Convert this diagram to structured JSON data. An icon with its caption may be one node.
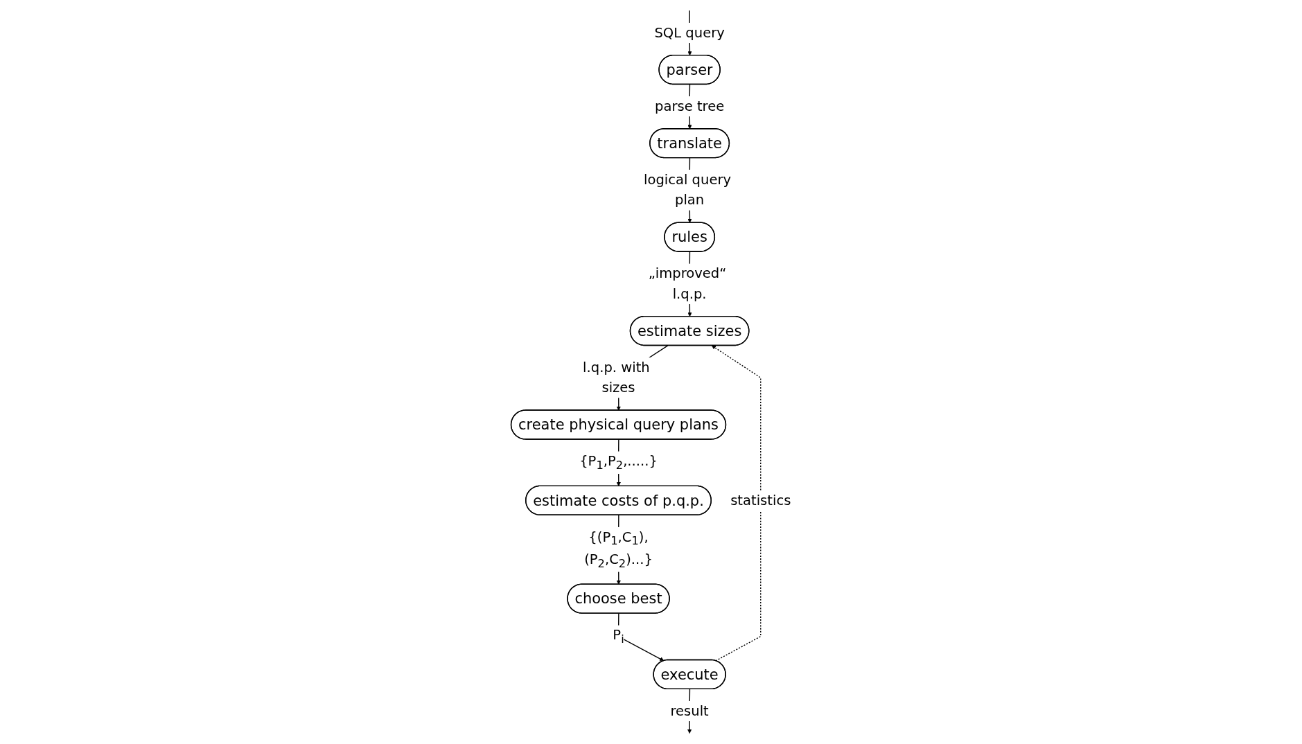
{
  "diagram": {
    "nodes": [
      {
        "text": [
          "parser"
        ]
      },
      {
        "text": [
          "translate"
        ]
      },
      {
        "text": [
          "rules"
        ]
      },
      {
        "text": [
          "estimate sizes"
        ]
      },
      {
        "text": [
          "create physical query plans"
        ]
      },
      {
        "text": [
          "estimate costs of p.q.p."
        ]
      },
      {
        "text": [
          "choose best"
        ]
      },
      {
        "text": [
          "execute"
        ]
      }
    ],
    "edges": [
      {
        "from": null,
        "to": 0,
        "arrow": "to",
        "label": "SQL query"
      },
      {
        "from": 0,
        "to": 1,
        "arrow": "to",
        "label": "parse tree"
      },
      {
        "from": 1,
        "to": 2,
        "arrow": "to",
        "label": "logical query plan"
      },
      {
        "from": 2,
        "to": 3,
        "arrow": "to",
        "label": "„improved“ l.q.p."
      },
      {
        "from": 3,
        "to": 4,
        "arrow": "to",
        "label": "l.q.p. with sizes"
      },
      {
        "from": 4,
        "to": 5,
        "arrow": "to",
        "label": "{P$_{1}$,P$_{2}$,.....}"
      },
      {
        "from": 5,
        "to": 6,
        "arrow": "to",
        "label": "{(P$_{1}$,C$_{1}$),(P$_{2}$,C$_{2}$)...}"
      },
      {
        "from": 6,
        "to": 7,
        "arrow": "to",
        "label": "P$_{i}$"
      },
      {
        "from": 7,
        "to": null,
        "arrow": "to",
        "label": "result"
      },
      {
        "from": 7,
        "to": 3,
        "arrow": "to",
        "label": "statistics",
        "style": "dashed"
      }
    ]
  }
}
